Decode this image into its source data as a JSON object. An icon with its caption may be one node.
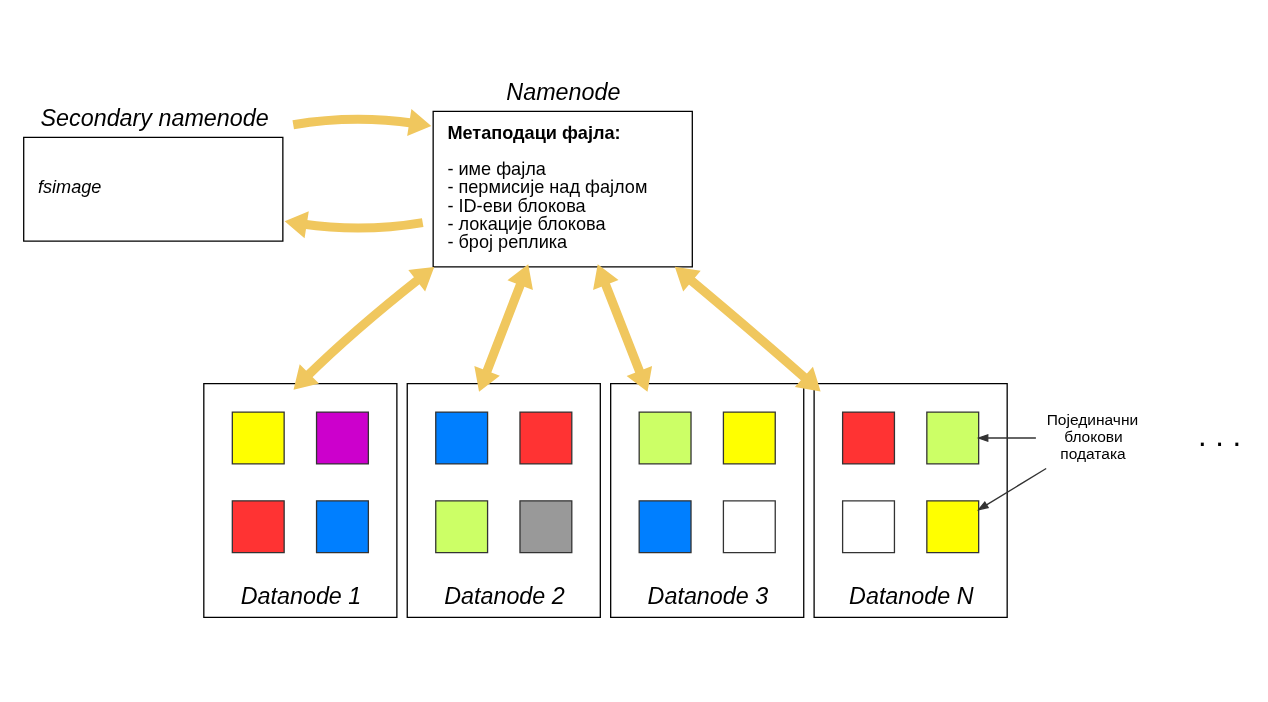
{
  "diagram": {
    "nodes": [
      {
        "text": [
          "Secondary namenode",
          "fsimage"
        ]
      },
      {
        "text": [
          "Namenode",
          "Метаподаци фајла:",
          "- име фајла",
          "- пермисије над фајлом",
          "- ID-еви блокова",
          "- локације блокова",
          "- број реплика"
        ]
      },
      {
        "text": [
          "Datanode 1"
        ]
      },
      {
        "text": [],
        "shape": "box",
        "in": 2
      },
      {
        "text": [],
        "shape": "box",
        "in": 2
      },
      {
        "text": [],
        "shape": "box",
        "in": 2
      },
      {
        "text": [],
        "shape": "box",
        "in": 2
      },
      {
        "text": [
          "Datanode 2"
        ]
      },
      {
        "text": [],
        "shape": "box",
        "in": 7
      },
      {
        "text": [],
        "shape": "box",
        "in": 7
      },
      {
        "text": [],
        "shape": "box",
        "in": 7
      },
      {
        "text": [],
        "shape": "box",
        "in": 7
      },
      {
        "text": [
          "Datanode 3"
        ]
      },
      {
        "text": [],
        "shape": "box",
        "in": 12
      },
      {
        "text": [],
        "shape": "box",
        "in": 12
      },
      {
        "text": [],
        "shape": "box",
        "in": 12
      },
      {
        "text": [],
        "shape": "box",
        "in": 12
      },
      {
        "text": [
          "Datanode N"
        ]
      },
      {
        "text": [],
        "shape": "box",
        "in": 17
      },
      {
        "text": [],
        "shape": "box",
        "in": 17
      },
      {
        "text": [],
        "shape": "box",
        "in": 17
      },
      {
        "text": [],
        "shape": "box",
        "in": 17
      },
      {
        "text": [
          "Појединачни блокови података"
        ]
      }
    ],
    "edges": [
      {
        "from": 1,
        "to": 0,
        "arrow": "to"
      },
      {
        "from": 0,
        "to": 1,
        "arrow": "to"
      },
      {
        "from": 1,
        "to": 2,
        "arrow": "both"
      },
      {
        "from": 1,
        "to": 7,
        "arrow": "both"
      },
      {
        "from": 1,
        "to": 12,
        "arrow": "both"
      },
      {
        "from": 1,
        "to": 17,
        "arrow": "both"
      },
      {
        "from": 22,
        "to": 19,
        "arrow": "to",
        "color": "#333333"
      },
      {
        "from": 22,
        "to": 21,
        "arrow": "to",
        "color": "#333333"
      }
    ],
    "labels": [
      ". . ."
    ]
  }
}
